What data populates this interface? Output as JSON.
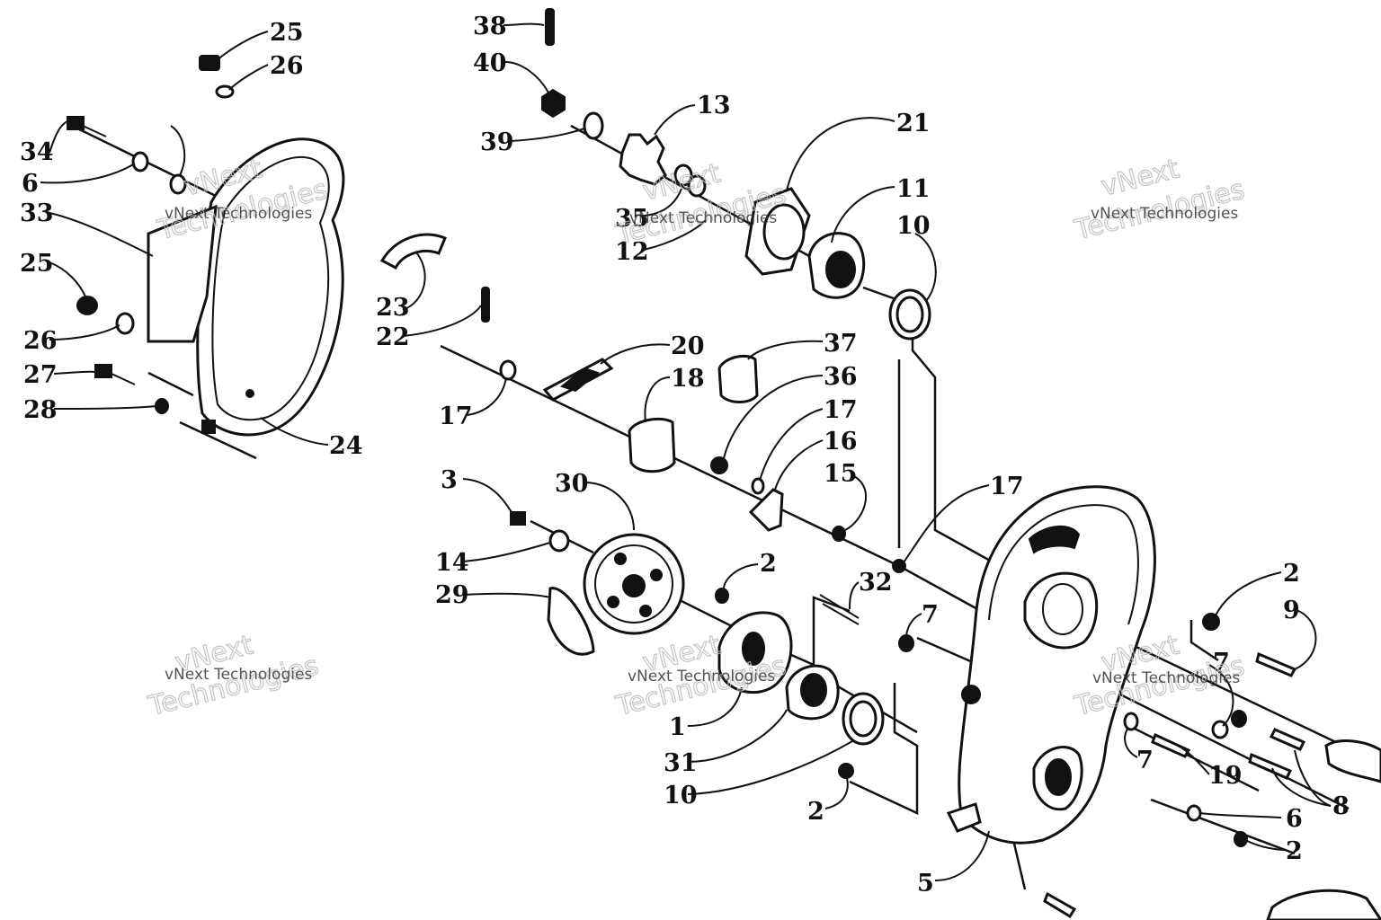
{
  "callouts": [
    "25",
    "26",
    "34",
    "6",
    "33",
    "25",
    "26",
    "27",
    "28",
    "24",
    "38",
    "40",
    "39",
    "13",
    "35",
    "12",
    "21",
    "11",
    "10",
    "23",
    "22",
    "20",
    "37",
    "18",
    "36",
    "17",
    "17",
    "16",
    "15",
    "3",
    "30",
    "14",
    "29",
    "2",
    "32",
    "7",
    "1",
    "31",
    "10",
    "2",
    "17",
    "2",
    "9",
    "7",
    "7",
    "19",
    "8",
    "6",
    "2",
    "5"
  ],
  "watermark": {
    "text": "vNext Technologies",
    "big_line1": "vNext",
    "big_line2": "Technologies"
  }
}
